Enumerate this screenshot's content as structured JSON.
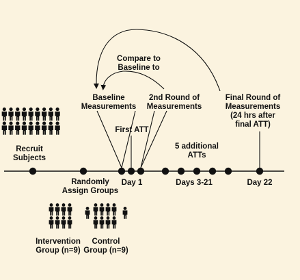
{
  "diagram": {
    "compare_label": [
      "Compare to",
      "Baseline to"
    ],
    "baseline_label": [
      "Baseline",
      "Measurements"
    ],
    "second_round_label": [
      "2nd Round of",
      "Measurements"
    ],
    "final_round_label": [
      "Final Round of",
      "Measurements",
      "(24 hrs after",
      "final ATT)"
    ],
    "first_att_label": "First ATT",
    "additional_atts_label": [
      "5 additional",
      "ATTs"
    ],
    "recruit_label": [
      "Recruit",
      "Subjects"
    ],
    "randomly_assign_label": [
      "Randomly",
      "Assign Groups"
    ],
    "day1_label": "Day 1",
    "days_3_21_label": "Days 3-21",
    "day22_label": "Day 22",
    "intervention_label": [
      "Intervention",
      "Group (n=9)"
    ],
    "control_label": [
      "Control",
      "Group (n=9)"
    ],
    "colors": {
      "background": "#fbf3df",
      "ink": "#111111"
    }
  }
}
